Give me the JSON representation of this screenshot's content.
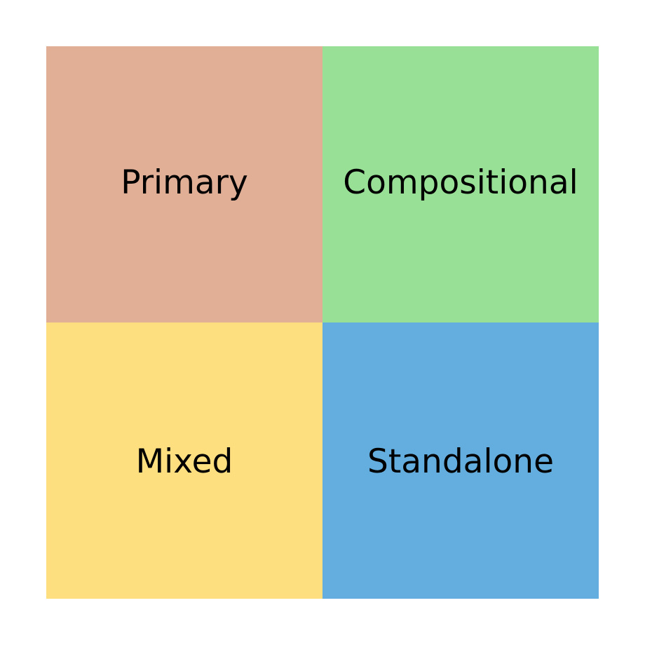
{
  "quadrants": [
    {
      "label": "Primary",
      "color": "#E1AE96"
    },
    {
      "label": "Compositional",
      "color": "#98E096"
    },
    {
      "label": "Mixed",
      "color": "#FEDF80"
    },
    {
      "label": "Standalone",
      "color": "#63AEDF"
    }
  ]
}
